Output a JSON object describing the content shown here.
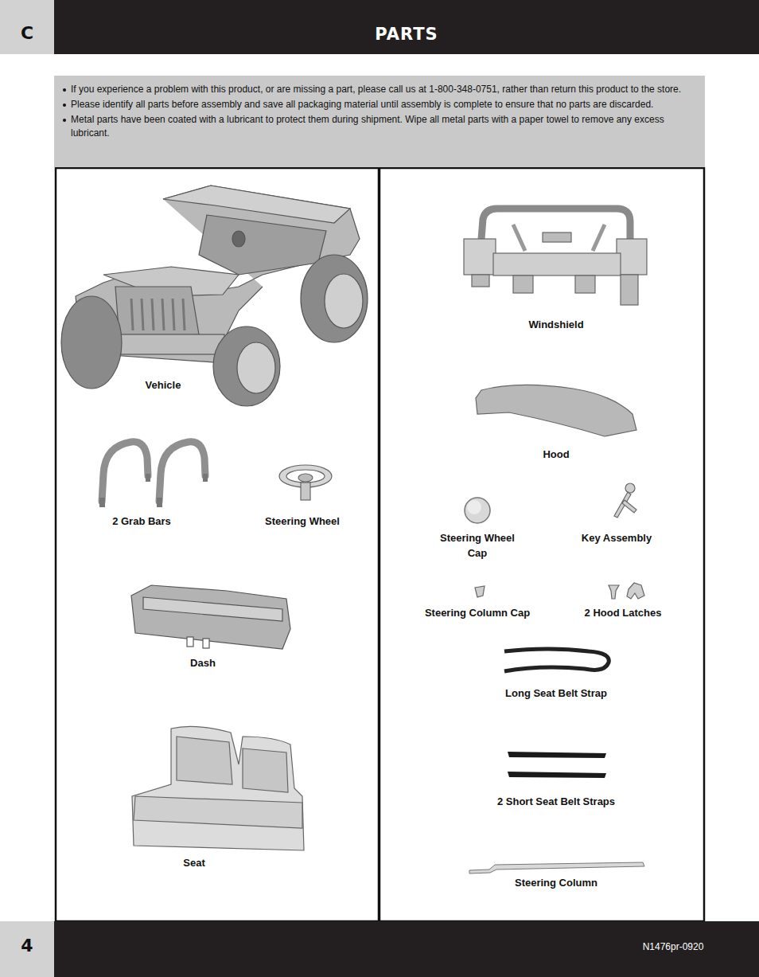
{
  "diagram": {
    "title": "PARTS",
    "nodes": [
      {
        "text": [
          "If you experience a problem with this product, or are missing a part, please call us at 1-800-348-0751, rather than return this product to the store.",
          "Please identify all parts before assembly and save all packaging material until assembly is complete to ensure that no parts are discarded.",
          "Metal parts have been coated with a lubricant to protect them during shipment. Wipe all metal parts with a paper towel to remove any excess lubricant."
        ]
      }
    ],
    "labels": [
      "C",
      "Vehicle",
      "2 Grab Bars",
      "Steering Wheel",
      "Dash",
      "Seat",
      "Windshield",
      "Hood",
      "Steering Wheel Cap",
      "Key Assembly",
      "Steering Column Cap",
      "2 Hood Latches",
      "Long Seat Belt Strap",
      "2 Short Seat Belt Straps",
      "Steering Column",
      "4",
      "N1476pr-0920"
    ]
  }
}
